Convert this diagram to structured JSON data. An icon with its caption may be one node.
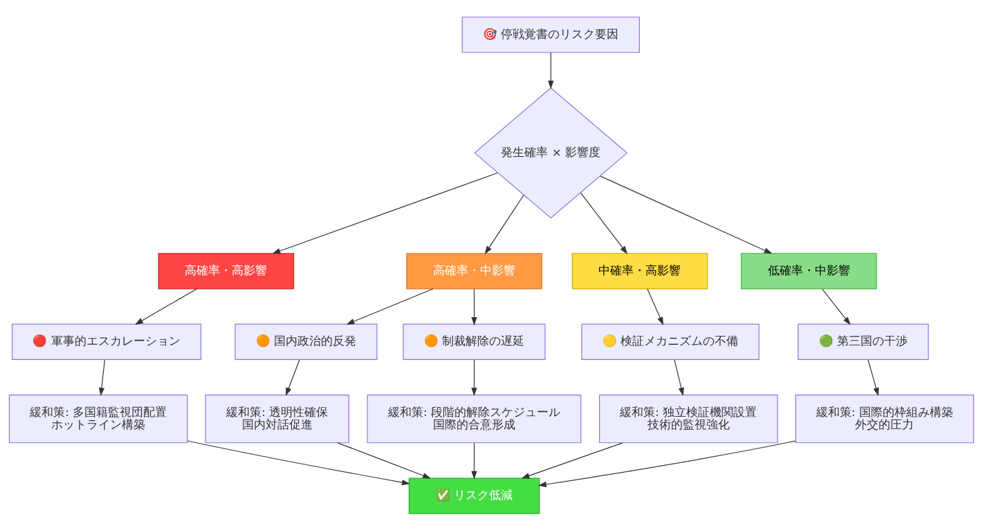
{
  "diagram": {
    "nodes": [
      {
        "text": [
          "🎯 停戦覚書のリスク要因"
        ]
      },
      {
        "text": [
          "発生確率 × 影響度"
        ]
      },
      {
        "text": [
          "高確率・高影響"
        ]
      },
      {
        "text": [
          "高確率・中影響"
        ]
      },
      {
        "text": [
          "中確率・高影響"
        ]
      },
      {
        "text": [
          "低確率・中影響"
        ]
      },
      {
        "text": [
          "🔴 軍事的エスカレーション"
        ]
      },
      {
        "text": [
          "🟠 国内政治的反発"
        ]
      },
      {
        "text": [
          "🟠 制裁解除の遅延"
        ]
      },
      {
        "text": [
          "🟡 検証メカニズムの不備"
        ]
      },
      {
        "text": [
          "🟢 第三国の干渉"
        ]
      },
      {
        "text": [
          "緩和策: 多国籍監視団配置",
          "ホットライン構築"
        ]
      },
      {
        "text": [
          "緩和策: 透明性確保",
          "国内対話促進"
        ]
      },
      {
        "text": [
          "緩和策: 段階的解除スケジュール",
          "国際的合意形成"
        ]
      },
      {
        "text": [
          "緩和策: 独立検証機関設置",
          "技術的監視強化"
        ]
      },
      {
        "text": [
          "緩和策: 国際的枠組み構築",
          "外交的圧力"
        ]
      },
      {
        "text": [
          "✅ リスク低減"
        ]
      }
    ],
    "edges": [
      {
        "from": 0,
        "to": 1,
        "arrow": "to"
      },
      {
        "from": 1,
        "to": 2,
        "arrow": "to"
      },
      {
        "from": 1,
        "to": 3,
        "arrow": "to"
      },
      {
        "from": 1,
        "to": 4,
        "arrow": "to"
      },
      {
        "from": 1,
        "to": 5,
        "arrow": "to"
      },
      {
        "from": 2,
        "to": 6,
        "arrow": "to"
      },
      {
        "from": 3,
        "to": 7,
        "arrow": "to"
      },
      {
        "from": 3,
        "to": 8,
        "arrow": "to"
      },
      {
        "from": 4,
        "to": 9,
        "arrow": "to"
      },
      {
        "from": 5,
        "to": 10,
        "arrow": "to"
      },
      {
        "from": 6,
        "to": 11,
        "arrow": "to"
      },
      {
        "from": 7,
        "to": 12,
        "arrow": "to"
      },
      {
        "from": 8,
        "to": 13,
        "arrow": "to"
      },
      {
        "from": 9,
        "to": 14,
        "arrow": "to"
      },
      {
        "from": 10,
        "to": 15,
        "arrow": "to"
      },
      {
        "from": 11,
        "to": 16,
        "arrow": "to"
      },
      {
        "from": 12,
        "to": 16,
        "arrow": "to"
      },
      {
        "from": 13,
        "to": 16,
        "arrow": "to"
      },
      {
        "from": 14,
        "to": 16,
        "arrow": "to"
      },
      {
        "from": 15,
        "to": 16,
        "arrow": "to"
      }
    ]
  }
}
